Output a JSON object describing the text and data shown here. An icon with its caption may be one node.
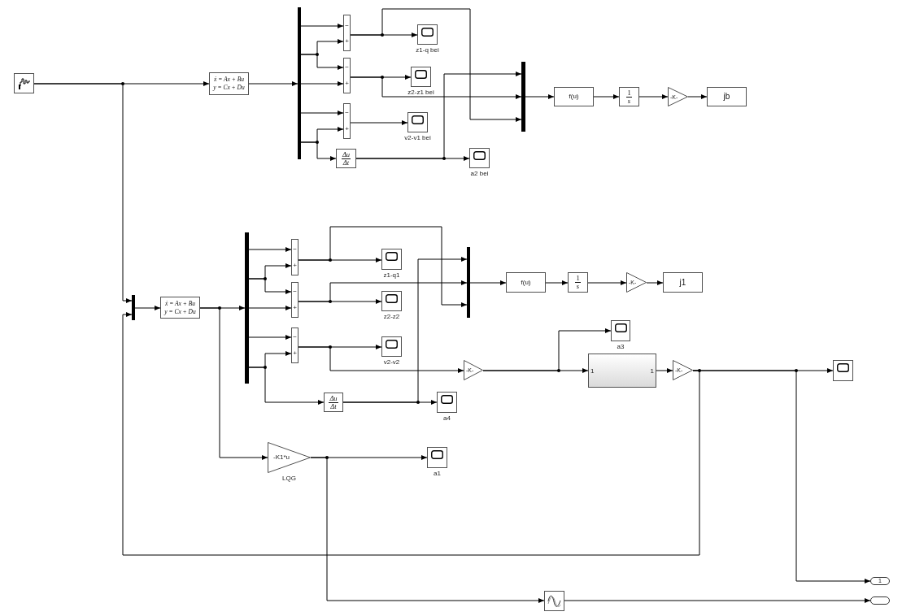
{
  "diagram": {
    "nodes": [
      {
        "text": [],
        "shape": "picture"
      },
      {
        "text": [
          "ẋ = Ax + Bu",
          "y = Cx + Du"
        ]
      },
      {
        "text": [],
        "shape": "bar"
      },
      {
        "text": [
          "−",
          "+"
        ]
      },
      {
        "text": [
          "−",
          "+"
        ]
      },
      {
        "text": [
          "−",
          "+"
        ]
      },
      {
        "text": [
          "Δu",
          "Δt"
        ]
      },
      {
        "text": [],
        "shape": "box",
        "beside": [
          "z1-q bei"
        ]
      },
      {
        "text": [],
        "shape": "box",
        "beside": [
          "z2-z1 bei"
        ]
      },
      {
        "text": [],
        "shape": "box",
        "beside": [
          "v2-v1 bei"
        ]
      },
      {
        "text": [],
        "shape": "box",
        "beside": [
          "a2 bei"
        ]
      },
      {
        "text": [],
        "shape": "bar"
      },
      {
        "text": [
          "f(u)"
        ]
      },
      {
        "text": [
          "1",
          "s"
        ]
      },
      {
        "text": [
          "-K-"
        ]
      },
      {
        "text": [
          "jb"
        ]
      },
      {
        "text": [],
        "shape": "bar"
      },
      {
        "text": [
          "ẋ = Ax + Bu",
          "y = Cx + Du"
        ]
      },
      {
        "text": [],
        "shape": "bar"
      },
      {
        "text": [
          "−",
          "+"
        ]
      },
      {
        "text": [
          "−",
          "+"
        ]
      },
      {
        "text": [
          "−",
          "+"
        ]
      },
      {
        "text": [
          "Δu",
          "Δt"
        ]
      },
      {
        "text": [],
        "shape": "box",
        "beside": [
          "z1-q1"
        ]
      },
      {
        "text": [],
        "shape": "box",
        "beside": [
          "z2-z2"
        ]
      },
      {
        "text": [],
        "shape": "box",
        "beside": [
          "v2-v2"
        ]
      },
      {
        "text": [],
        "shape": "box",
        "beside": [
          "a4"
        ]
      },
      {
        "text": [],
        "shape": "bar"
      },
      {
        "text": [
          "f(u)"
        ]
      },
      {
        "text": [
          "1",
          "s"
        ]
      },
      {
        "text": [
          "-K-"
        ]
      },
      {
        "text": [
          "j1"
        ]
      },
      {
        "text": [
          "-K-"
        ]
      },
      {
        "text": [],
        "shape": "box",
        "beside": [
          "a3"
        ]
      },
      {
        "text": [
          "1",
          "1"
        ]
      },
      {
        "text": [
          "-K-"
        ]
      },
      {
        "text": [],
        "shape": "box"
      },
      {
        "text": [
          "1"
        ]
      },
      {
        "text": [
          "-K1*u"
        ],
        "beside": [
          "LQG"
        ]
      },
      {
        "text": [],
        "shape": "box",
        "beside": [
          "a1"
        ]
      },
      {
        "text": [],
        "shape": "picture"
      },
      {
        "text": [],
        "shape": "oval"
      }
    ],
    "edges": [
      {
        "from": 0,
        "to": 1,
        "arrow": "to"
      },
      {
        "from": 0,
        "to": 16,
        "arrow": "to"
      },
      {
        "from": 1,
        "to": 2,
        "arrow": "to"
      },
      {
        "from": 2,
        "to": 3,
        "arrow": "to"
      },
      {
        "from": 2,
        "to": 3,
        "arrow": "to"
      },
      {
        "from": 2,
        "to": 4,
        "arrow": "to"
      },
      {
        "from": 2,
        "to": 4,
        "arrow": "to"
      },
      {
        "from": 2,
        "to": 5,
        "arrow": "to"
      },
      {
        "from": 2,
        "to": 5,
        "arrow": "to"
      },
      {
        "from": 2,
        "to": 6,
        "arrow": "to"
      },
      {
        "from": 3,
        "to": 7,
        "arrow": "to"
      },
      {
        "from": 3,
        "to": 11,
        "arrow": "to"
      },
      {
        "from": 4,
        "to": 8,
        "arrow": "to"
      },
      {
        "from": 4,
        "to": 11,
        "arrow": "to"
      },
      {
        "from": 5,
        "to": 9,
        "arrow": "to"
      },
      {
        "from": 6,
        "to": 10,
        "arrow": "to"
      },
      {
        "from": 6,
        "to": 11,
        "arrow": "to"
      },
      {
        "from": 11,
        "to": 12,
        "arrow": "to"
      },
      {
        "from": 12,
        "to": 13,
        "arrow": "to"
      },
      {
        "from": 13,
        "to": 14,
        "arrow": "to"
      },
      {
        "from": 14,
        "to": 15,
        "arrow": "to"
      },
      {
        "from": 16,
        "to": 17,
        "arrow": "to"
      },
      {
        "from": 17,
        "to": 18,
        "arrow": "to"
      },
      {
        "from": 17,
        "to": 38,
        "arrow": "to"
      },
      {
        "from": 18,
        "to": 19,
        "arrow": "to"
      },
      {
        "from": 18,
        "to": 19,
        "arrow": "to"
      },
      {
        "from": 18,
        "to": 20,
        "arrow": "to"
      },
      {
        "from": 18,
        "to": 20,
        "arrow": "to"
      },
      {
        "from": 18,
        "to": 21,
        "arrow": "to"
      },
      {
        "from": 18,
        "to": 21,
        "arrow": "to"
      },
      {
        "from": 18,
        "to": 22,
        "arrow": "to"
      },
      {
        "from": 19,
        "to": 23,
        "arrow": "to"
      },
      {
        "from": 19,
        "to": 27,
        "arrow": "to"
      },
      {
        "from": 20,
        "to": 24,
        "arrow": "to"
      },
      {
        "from": 20,
        "to": 27,
        "arrow": "to"
      },
      {
        "from": 21,
        "to": 25,
        "arrow": "to"
      },
      {
        "from": 21,
        "to": 32,
        "arrow": "to"
      },
      {
        "from": 22,
        "to": 26,
        "arrow": "to"
      },
      {
        "from": 22,
        "to": 27,
        "arrow": "to"
      },
      {
        "from": 27,
        "to": 28,
        "arrow": "to"
      },
      {
        "from": 28,
        "to": 29,
        "arrow": "to"
      },
      {
        "from": 29,
        "to": 30,
        "arrow": "to"
      },
      {
        "from": 30,
        "to": 31,
        "arrow": "to"
      },
      {
        "from": 32,
        "to": 34,
        "arrow": "to"
      },
      {
        "from": 32,
        "to": 33,
        "arrow": "to"
      },
      {
        "from": 34,
        "to": 35,
        "arrow": "to"
      },
      {
        "from": 35,
        "to": 36,
        "arrow": "to"
      },
      {
        "from": 35,
        "to": 37,
        "arrow": "to"
      },
      {
        "from": 35,
        "to": 16,
        "arrow": "to"
      },
      {
        "from": 38,
        "to": 39,
        "arrow": "to"
      },
      {
        "from": 38,
        "to": 40,
        "arrow": "to"
      },
      {
        "from": 40,
        "to": 41,
        "arrow": "to"
      }
    ]
  }
}
